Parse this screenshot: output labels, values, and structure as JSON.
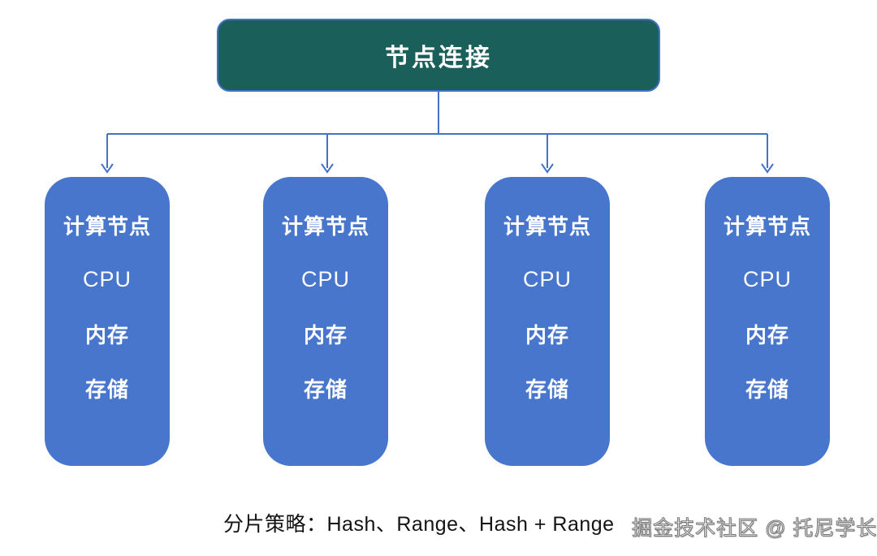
{
  "diagram": {
    "root_label": "节点连接",
    "nodes": [
      {
        "title": "计算节点",
        "items": [
          "CPU",
          "内存",
          "存储"
        ]
      },
      {
        "title": "计算节点",
        "items": [
          "CPU",
          "内存",
          "存储"
        ]
      },
      {
        "title": "计算节点",
        "items": [
          "CPU",
          "内存",
          "存储"
        ]
      },
      {
        "title": "计算节点",
        "items": [
          "CPU",
          "内存",
          "存储"
        ]
      }
    ],
    "caption": "分片策略：Hash、Range、Hash + Range",
    "watermark": "掘金技术社区 @ 托尼学长"
  },
  "colors": {
    "background": "#FFFFFF",
    "root-bg": "#1B5F5A",
    "root-border": "#4472C4",
    "node-bg": "#4776CC",
    "node-text": "#FFFFFF",
    "connector": "#4472C4",
    "caption-text": "#141414",
    "watermark-fill": "#F0F0F0",
    "watermark-stroke": "#777777"
  }
}
